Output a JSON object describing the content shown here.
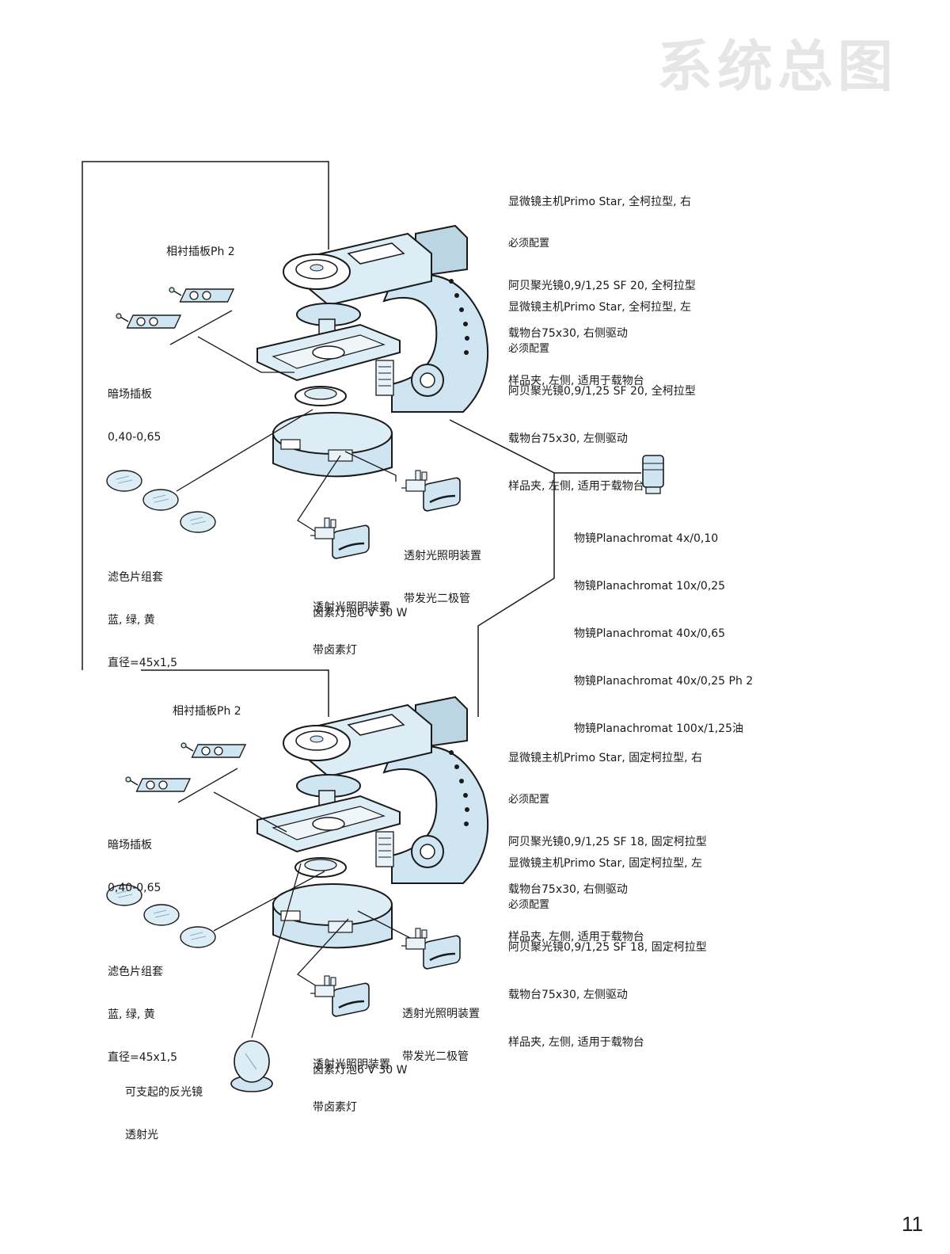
{
  "page": {
    "title": "系统总图",
    "page_number": "11"
  },
  "top": {
    "phase_slider": "相衬插板Ph 2",
    "darkfield_slider": [
      "暗场插板",
      "0,40-0,65"
    ],
    "filter_set": [
      "滤色片组套",
      "蓝, 绿, 黄",
      "直径=45x1,5"
    ],
    "led_illum": [
      "透射光照明装置",
      "带发光二极管"
    ],
    "halogen_illum": [
      "透射光照明装置",
      "带卤素灯"
    ],
    "halogen_bulb": "卤素灯泡6 V 30 W",
    "stand_right": {
      "name": "显微镜主机Primo Star, 全柯拉型, 右",
      "required": "必须配置",
      "items": [
        "阿贝聚光镜0,9/1,25 SF 20, 全柯拉型",
        "载物台75x30, 右侧驱动",
        "样品夹, 左侧, 适用于载物台"
      ]
    },
    "stand_left": {
      "name": "显微镜主机Primo Star, 全柯拉型, 左",
      "required": "必须配置",
      "items": [
        "阿贝聚光镜0,9/1,25 SF 20, 全柯拉型",
        "载物台75x30, 左侧驱动",
        "样品夹, 左侧, 适用于载物台"
      ]
    }
  },
  "objectives": [
    "物镜Planachromat 4x/0,10",
    "物镜Planachromat 10x/0,25",
    "物镜Planachromat 40x/0,65",
    "物镜Planachromat 40x/0,25 Ph 2",
    "物镜Planachromat 100x/1,25油"
  ],
  "bottom": {
    "phase_slider": "相衬插板Ph 2",
    "darkfield_slider": [
      "暗场插板",
      "0,40-0,65"
    ],
    "filter_set": [
      "滤色片组套",
      "蓝, 绿, 黄",
      "直径=45x1,5"
    ],
    "led_illum": [
      "透射光照明装置",
      "带发光二极管"
    ],
    "halogen_illum": [
      "透射光照明装置",
      "带卤素灯"
    ],
    "halogen_bulb": "卤素灯泡6 V 30 W",
    "mirror": [
      "可支起的反光镜",
      "透射光"
    ],
    "stand_right": {
      "name": "显微镜主机Primo Star, 固定柯拉型, 右",
      "required": "必须配置",
      "items": [
        "阿贝聚光镜0,9/1,25 SF 18, 固定柯拉型",
        "载物台75x30, 右侧驱动",
        "样品夹, 左侧, 适用于载物台"
      ]
    },
    "stand_left": {
      "name": "显微镜主机Primo Star, 固定柯拉型, 左",
      "required": "必须配置",
      "items": [
        "阿贝聚光镜0,9/1,25 SF 18, 固定柯拉型",
        "载物台75x30, 左侧驱动",
        "样品夹, 左侧, 适用于载物台"
      ]
    }
  },
  "colors": {
    "body_fill": "#cfe6f2",
    "line": "#1a1a1a",
    "title": "#e6e6e6"
  }
}
